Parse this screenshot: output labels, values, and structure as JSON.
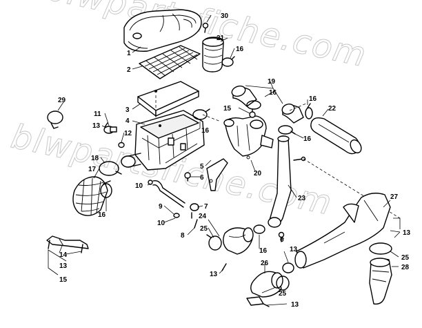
{
  "watermark": "blwpartsfiche.com",
  "callouts": {
    "c1": "1",
    "c2": "2",
    "c3": "3",
    "c4": "4",
    "c5": "5",
    "c6a": "6",
    "c6b": "6",
    "c7": "7",
    "c8": "8",
    "c9": "9",
    "c10a": "10",
    "c10b": "10",
    "c11": "11",
    "c12": "12",
    "c13a": "13",
    "c13b": "13",
    "c13c": "13",
    "c13d": "13",
    "c13e": "13",
    "c13f": "13",
    "c14": "14",
    "c15a": "15",
    "c15b": "15",
    "c16a": "16",
    "c16b": "16",
    "c16c": "16",
    "c16d": "16",
    "c16e": "16",
    "c16f": "16",
    "c16g": "16",
    "c17": "17",
    "c18": "18",
    "c19": "19",
    "c20": "20",
    "c21": "21",
    "c22": "22",
    "c23": "23",
    "c24": "24",
    "c25a": "25",
    "c25b": "25",
    "c25c": "25",
    "c26": "26",
    "c27": "27",
    "c28": "28",
    "c29": "29",
    "c30": "30"
  }
}
